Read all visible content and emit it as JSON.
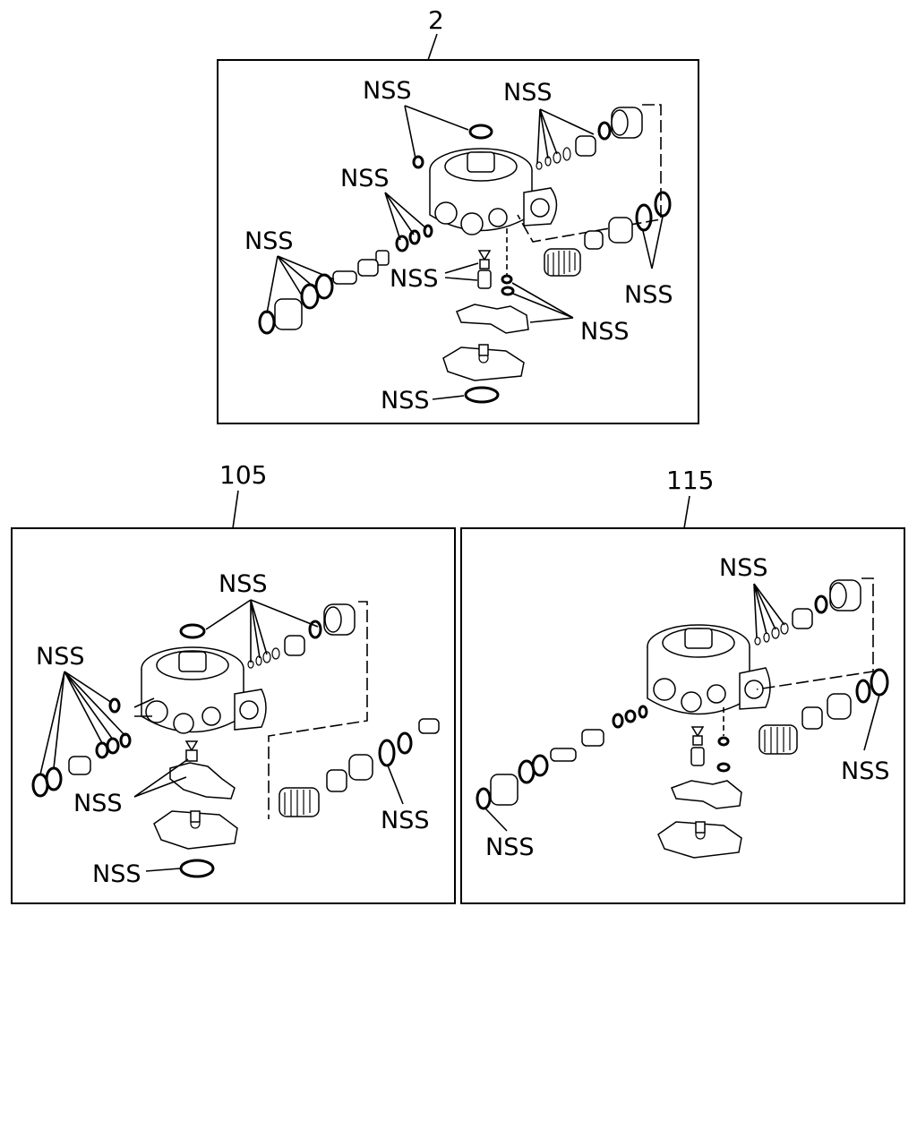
{
  "panels": [
    {
      "number": "2",
      "labels": [
        "NSS",
        "NSS",
        "NSS",
        "NSS",
        "NSS",
        "NSS",
        "NSS",
        "NSS"
      ]
    },
    {
      "number": "105",
      "labels": [
        "NSS",
        "NSS",
        "NSS",
        "NSS",
        "NSS"
      ]
    },
    {
      "number": "115",
      "labels": [
        "NSS",
        "NSS",
        "NSS"
      ]
    }
  ]
}
